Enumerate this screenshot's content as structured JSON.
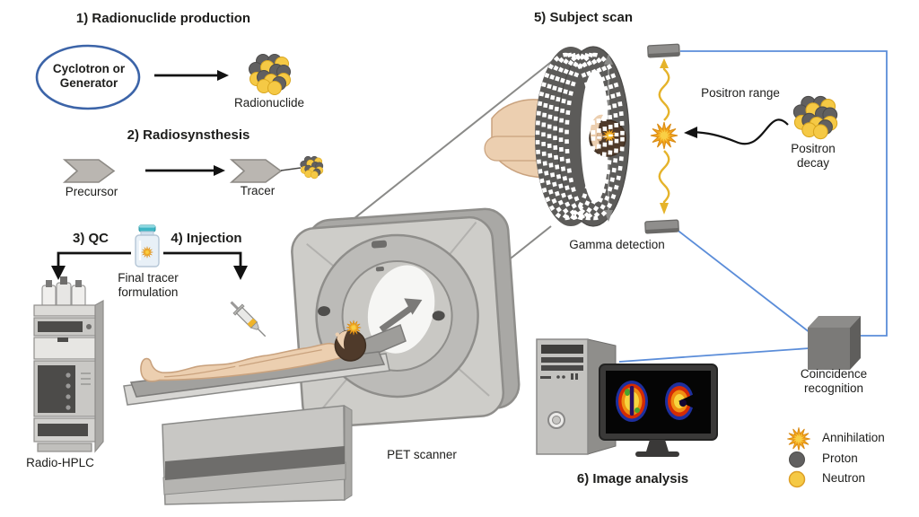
{
  "figure": {
    "type": "diagram",
    "subject": "PET imaging workflow"
  },
  "step1": {
    "title": "1) Radionuclide production",
    "source_line1": "Cyclotron or",
    "source_line2": "Generator",
    "product_label": "Radionuclide"
  },
  "step2": {
    "title": "2) Radiosynsthesis",
    "input_label": "Precursor",
    "output_label": "Tracer"
  },
  "step3": {
    "title": "3) QC",
    "instrument_label": "Radio-HPLC"
  },
  "step4": {
    "title": "4) Injection",
    "vial_line1": "Final tracer",
    "vial_line2": "formulation"
  },
  "scanner": {
    "label": "PET scanner"
  },
  "step5": {
    "title": "5) Subject scan",
    "detector_label": "Gamma detection",
    "positron_range_label": "Positron range",
    "decay_line1": "Positron",
    "decay_line2": "decay",
    "coincidence_line1": "Coincidence",
    "coincidence_line2": "recognition"
  },
  "step6": {
    "title": "6) Image analysis"
  },
  "legend": {
    "annihilation": "Annihilation",
    "proton": "Proton",
    "neutron": "Neutron"
  },
  "colors": {
    "proton": "#616060",
    "neutron": "#f5c945",
    "annihilation_outer": "#f2a51d",
    "annihilation_inner": "#f9cf45",
    "connector_blue": "#5b8dd9",
    "cyclotron_ellipse": "#3c64a8",
    "vial_cap": "#3eb5c4",
    "gamma_wave": "#e5b32b"
  }
}
